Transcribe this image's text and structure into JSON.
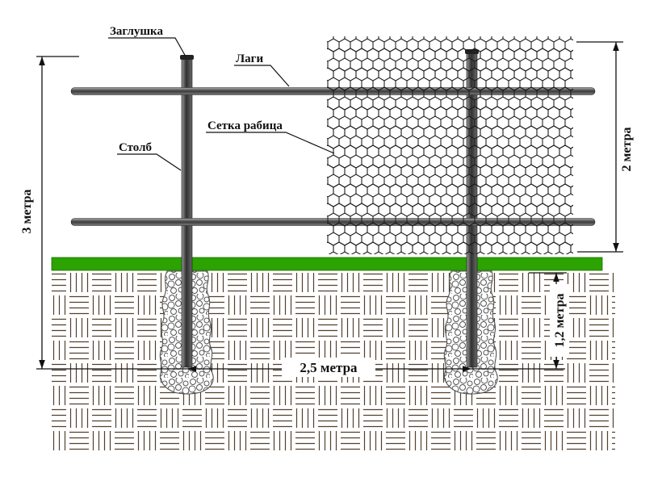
{
  "diagram": {
    "labels": {
      "cap": "Заглушка",
      "rail": "Лаги",
      "mesh": "Сетка рабица",
      "post": "Столб"
    },
    "dimensions": {
      "total_height": "3 метра",
      "mesh_height": "2 метра",
      "post_spacing": "2,5 метра",
      "burial_depth": "1,2 метра"
    },
    "colors": {
      "grass_green": "#2ca300",
      "hatch_brown": "#53402e",
      "metal_gray": "#3f3f3f",
      "line_black": "#111111"
    }
  }
}
